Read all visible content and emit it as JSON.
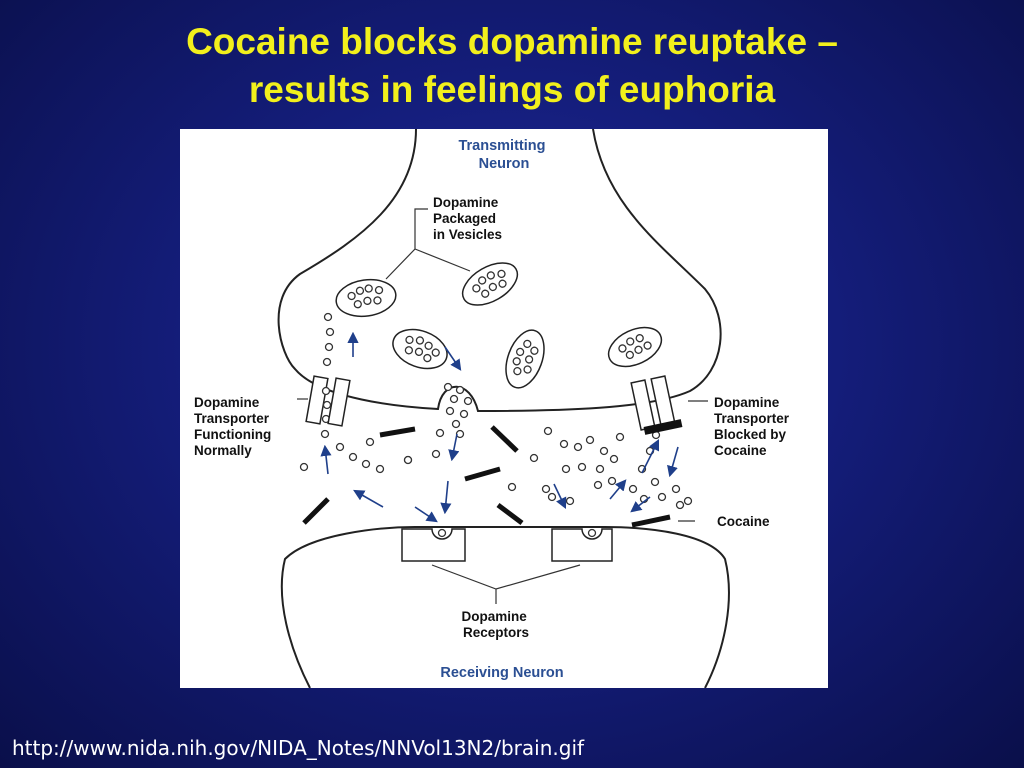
{
  "slide": {
    "title_line1": "Cocaine blocks dopamine reuptake –",
    "title_line2": "results in feelings of euphoria",
    "source_url": "http://www.nida.nih.gov/NIDA_Notes/NNVol13N2/brain.gif"
  },
  "diagram": {
    "transmitting_neuron": [
      "Transmitting",
      "Neuron"
    ],
    "dopamine_vesicles": [
      "Dopamine",
      "Packaged",
      "in Vesicles"
    ],
    "transporter_normal": [
      "Dopamine",
      "Transporter",
      "Functioning",
      "Normally"
    ],
    "transporter_blocked": [
      "Dopamine",
      "Transporter",
      "Blocked by",
      "Cocaine"
    ],
    "cocaine": "Cocaine",
    "receptors": [
      "Dopamine",
      "Receptors"
    ],
    "receiving_neuron": "Receiving Neuron"
  },
  "colors": {
    "title": "#f2f01c",
    "background": "#141d7a",
    "label_blue": "#2b4f93",
    "arrow_blue": "#1f3f8a"
  }
}
